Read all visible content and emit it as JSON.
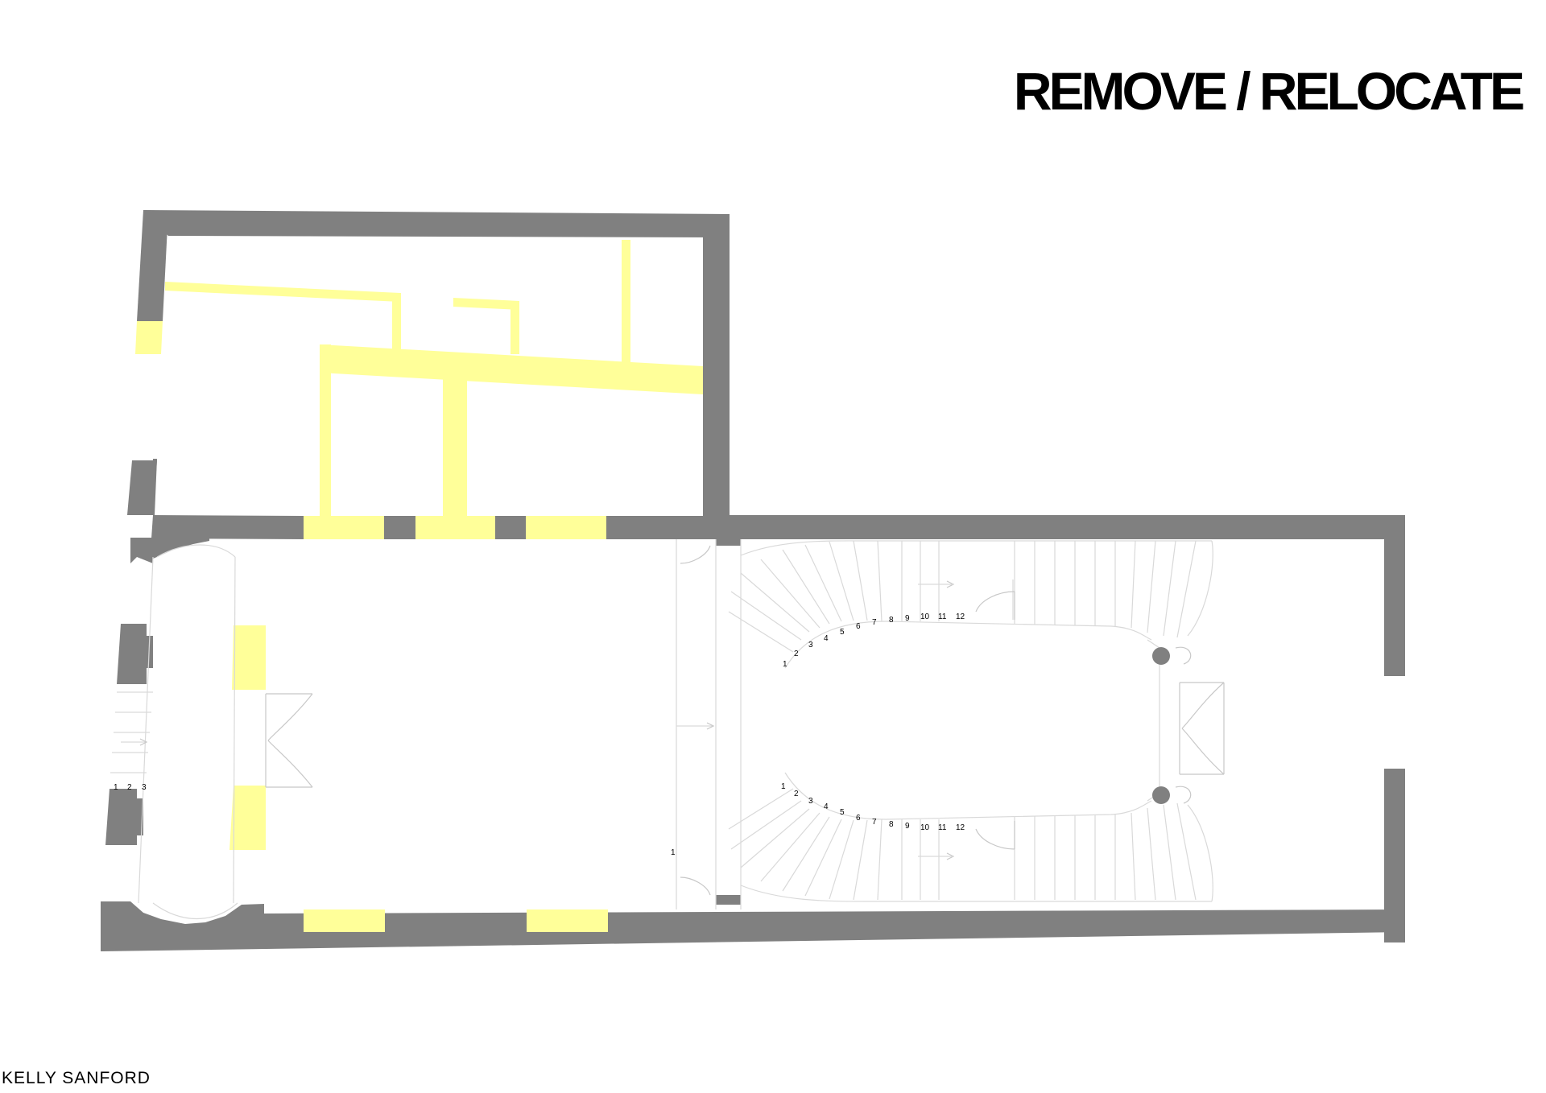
{
  "title": "REMOVE / RELOCATE",
  "author": "KELLY SANFORD",
  "colors": {
    "wall": "#808080",
    "remove_highlight": "#ffff99",
    "background": "#ffffff",
    "linework": "#d9d9d9"
  },
  "stairs": {
    "upper_run_steps": [
      "1",
      "2",
      "3",
      "4",
      "5",
      "6",
      "7",
      "8",
      "9",
      "10",
      "11",
      "12"
    ],
    "lower_run_steps": [
      "1",
      "2",
      "3",
      "4",
      "5",
      "6",
      "7",
      "8",
      "9",
      "10",
      "11",
      "12"
    ],
    "left_entry_steps": [
      "1",
      "2",
      "3"
    ],
    "side_step": "1"
  }
}
